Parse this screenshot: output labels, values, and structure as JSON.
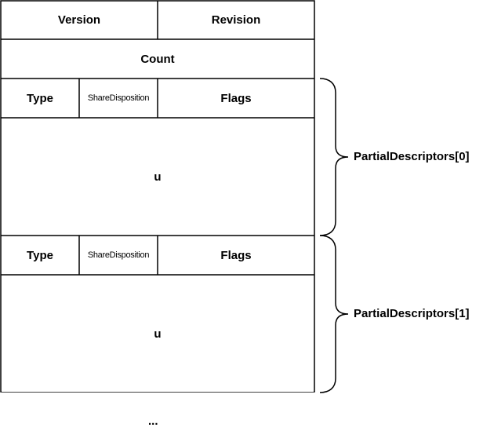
{
  "header": {
    "version_label": "Version",
    "revision_label": "Revision",
    "count_label": "Count"
  },
  "descriptors": [
    {
      "type_label": "Type",
      "share_label": "ShareDisposition",
      "flags_label": "Flags",
      "union_label": "u",
      "brace_label": "PartialDescriptors[0]"
    },
    {
      "type_label": "Type",
      "share_label": "ShareDisposition",
      "flags_label": "Flags",
      "union_label": "u",
      "brace_label": "PartialDescriptors[1]"
    }
  ],
  "ellipsis": "...",
  "colors": {
    "stroke": "#000000",
    "background": "#ffffff"
  }
}
